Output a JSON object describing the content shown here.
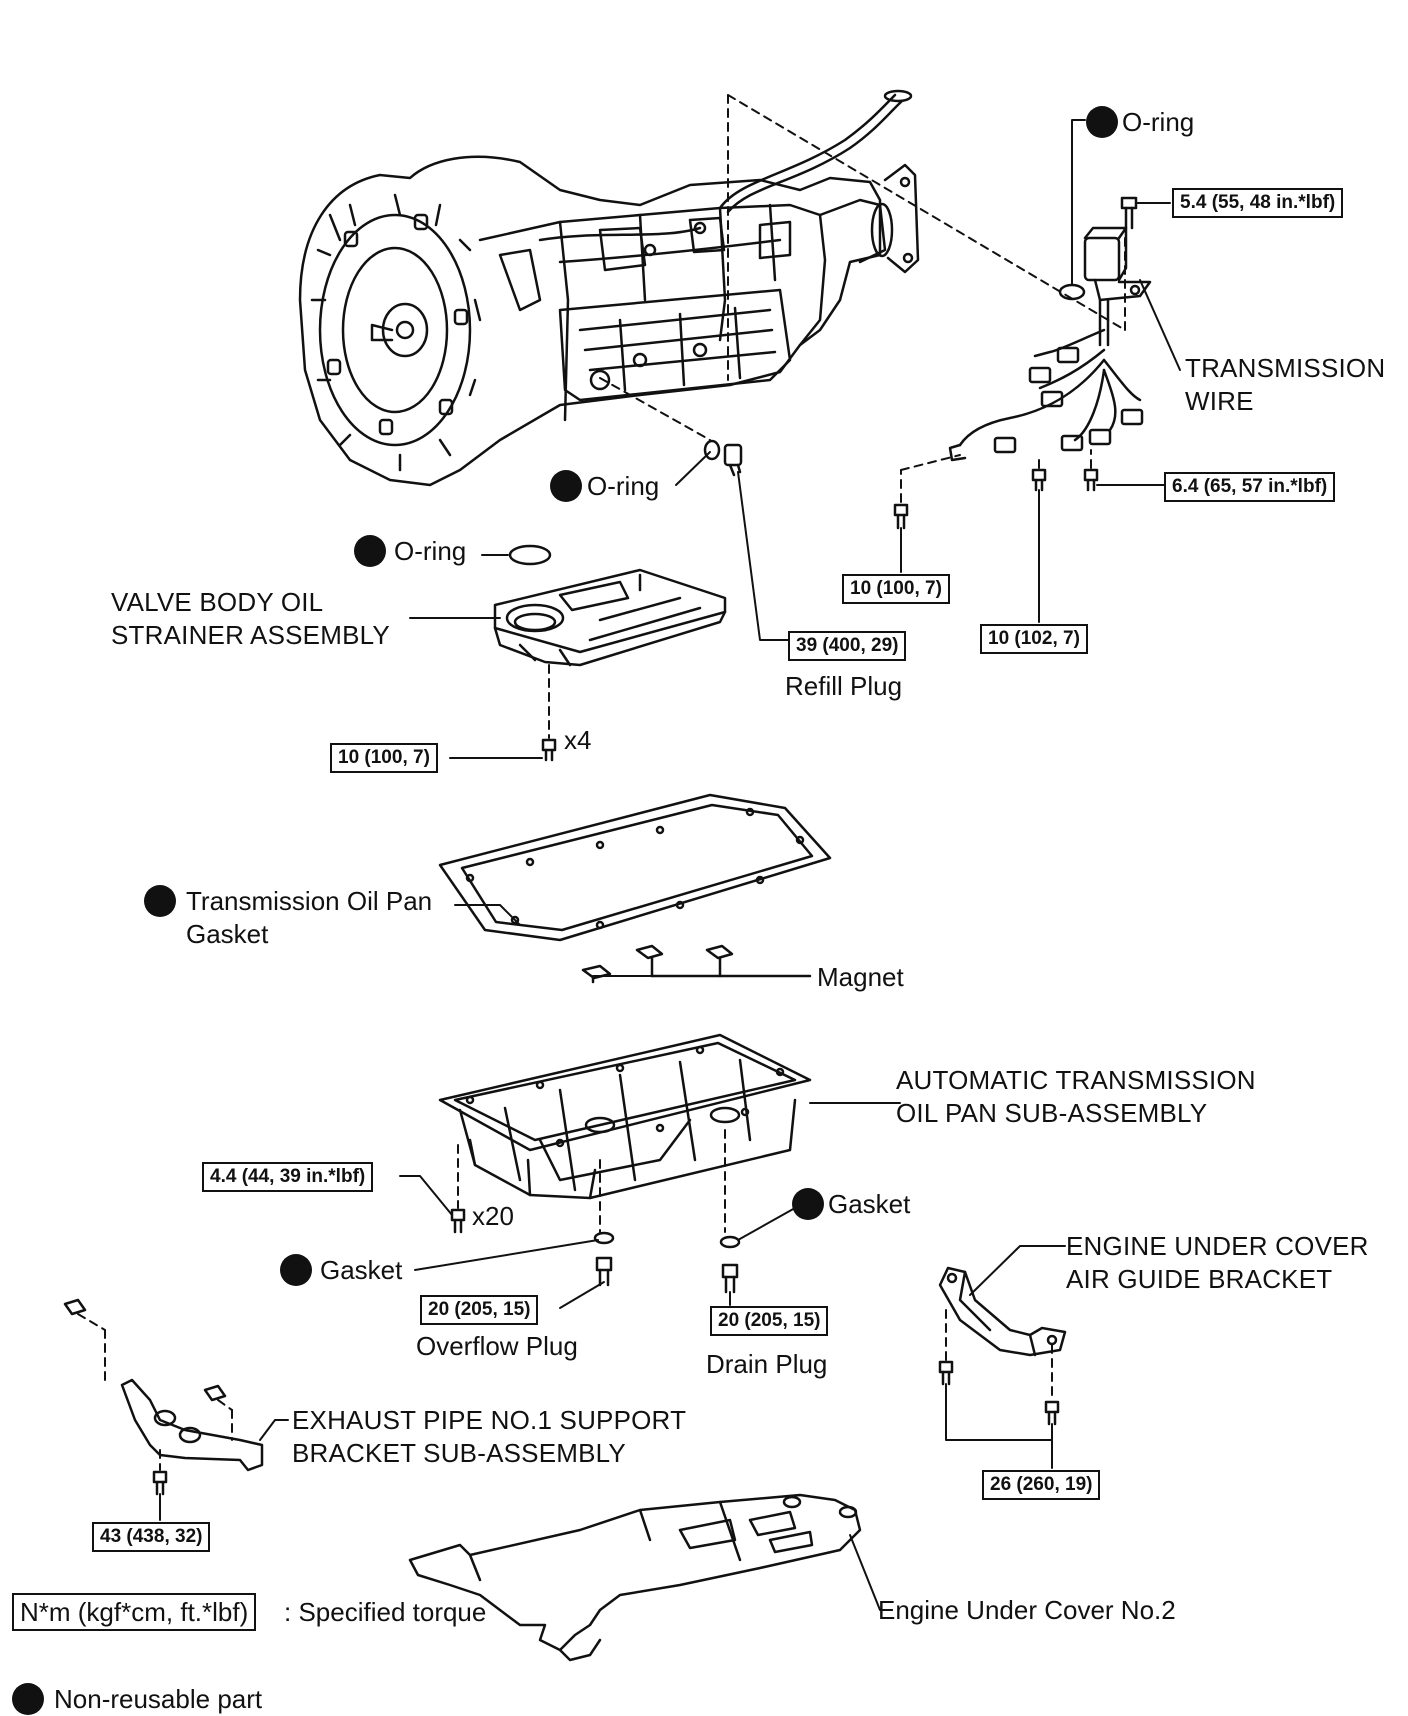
{
  "labels": {
    "oring_top": "O-ring",
    "oring_refill": "O-ring",
    "oring_strainer": "O-ring",
    "transmission_wire_1": "TRANSMISSION",
    "transmission_wire_2": "WIRE",
    "valve_body_1": "VALVE BODY OIL",
    "valve_body_2": "STRAINER ASSEMBLY",
    "refill_plug": "Refill Plug",
    "x4": "x4",
    "pan_gasket_1": "Transmission Oil Pan",
    "pan_gasket_2": "Gasket",
    "magnet": "Magnet",
    "oil_pan_1": "AUTOMATIC TRANSMISSION",
    "oil_pan_2": "OIL PAN SUB-ASSEMBLY",
    "x20": "x20",
    "gasket_drain": "Gasket",
    "gasket_overflow": "Gasket",
    "overflow_plug": "Overflow Plug",
    "drain_plug": "Drain Plug",
    "air_guide_1": "ENGINE UNDER COVER",
    "air_guide_2": "AIR GUIDE BRACKET",
    "exhaust_1": "EXHAUST PIPE NO.1 SUPPORT",
    "exhaust_2": "BRACKET SUB-ASSEMBLY",
    "under_cover": "Engine Under Cover No.2"
  },
  "torques": {
    "wire_top": "5.4 (55, 48 in.*lbf)",
    "wire_right": "6.4 (65, 57 in.*lbf)",
    "wire_left": "10 (100, 7)",
    "wire_mid": "10 (102, 7)",
    "refill": "39 (400, 29)",
    "strainer": "10 (100, 7)",
    "pan": "4.4 (44, 39 in.*lbf)",
    "overflow": "20 (205, 15)",
    "drain": "20 (205, 15)",
    "air_guide": "26 (260, 19)",
    "exhaust": "43 (438, 32)"
  },
  "legend": {
    "torque_box": "N*m (kgf*cm, ft.*lbf)",
    "torque_text": ": Specified torque",
    "nonreusable_text": "Non-reusable part"
  }
}
